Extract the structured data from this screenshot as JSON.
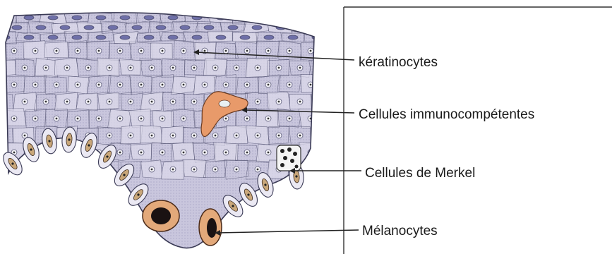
{
  "labels": {
    "keratinocytes": "kératinocytes",
    "immunocompetent_cells": "Cellules immunocompétentes",
    "merkel_cells": "Cellules de Merkel",
    "melanocytes": "Mélanocytes"
  },
  "colors": {
    "tissue": "#c9c6dd",
    "tissue_light": "#dddbeb",
    "cell_outline": "#4a4a6a",
    "nucleus": "#6e6fa8",
    "immune_cell": "#e89a6a",
    "melanocyte": "#e3a97a",
    "melanocyte_core": "#1a1212",
    "leader": "#222222"
  },
  "icons": {
    "immune_cell": "dendritic-cell-shape",
    "melanocyte": "pigment-cell-shape",
    "merkel_cell": "granular-cell-shape"
  }
}
